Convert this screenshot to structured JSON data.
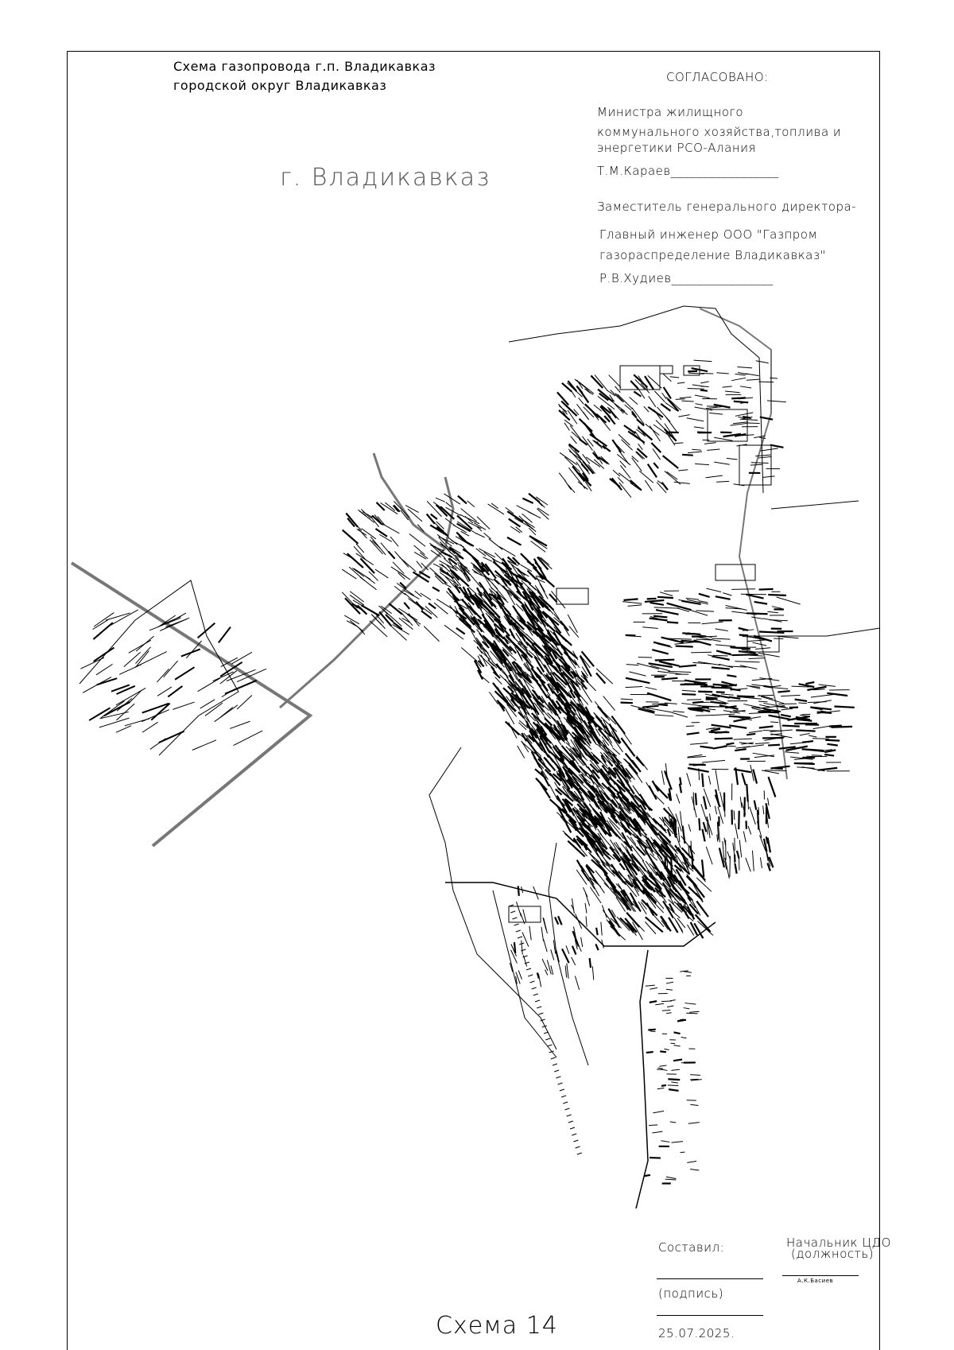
{
  "header": {
    "title_line1": "Схема газопровода г.п. Владикавказ",
    "title_line2": "городской округ Владикавказ",
    "city_label": "г. Владикавказ"
  },
  "approval": {
    "agreed": "СОГЛАСОВАНО:",
    "minister_line1": "Министра жилищного",
    "minister_line2": "коммунального  хозяйства,топлива и",
    "minister_line3": "энергетики РСО-Алания",
    "minister_sign": "Т.М.Караев_________________",
    "deputy_line": "Заместитель генерального директора-",
    "engineer_line1": "Главный инженер  ООО \"Газпром",
    "engineer_line2": "газораспределение Владикавказ\"",
    "engineer_sign": "Р.В.Худиев________________"
  },
  "footer": {
    "scheme_label": "Схема 14",
    "compiled_by": "Составил:",
    "position_title": "Начальник ЦДО",
    "position_caption": "(должность)",
    "signature_name": "А.К.Басиев",
    "signature_caption": "(подпись)",
    "date": "25.07.2025."
  },
  "map": {
    "line_color": "#000000",
    "pipeline_color": "#777777",
    "background": "#ffffff"
  }
}
